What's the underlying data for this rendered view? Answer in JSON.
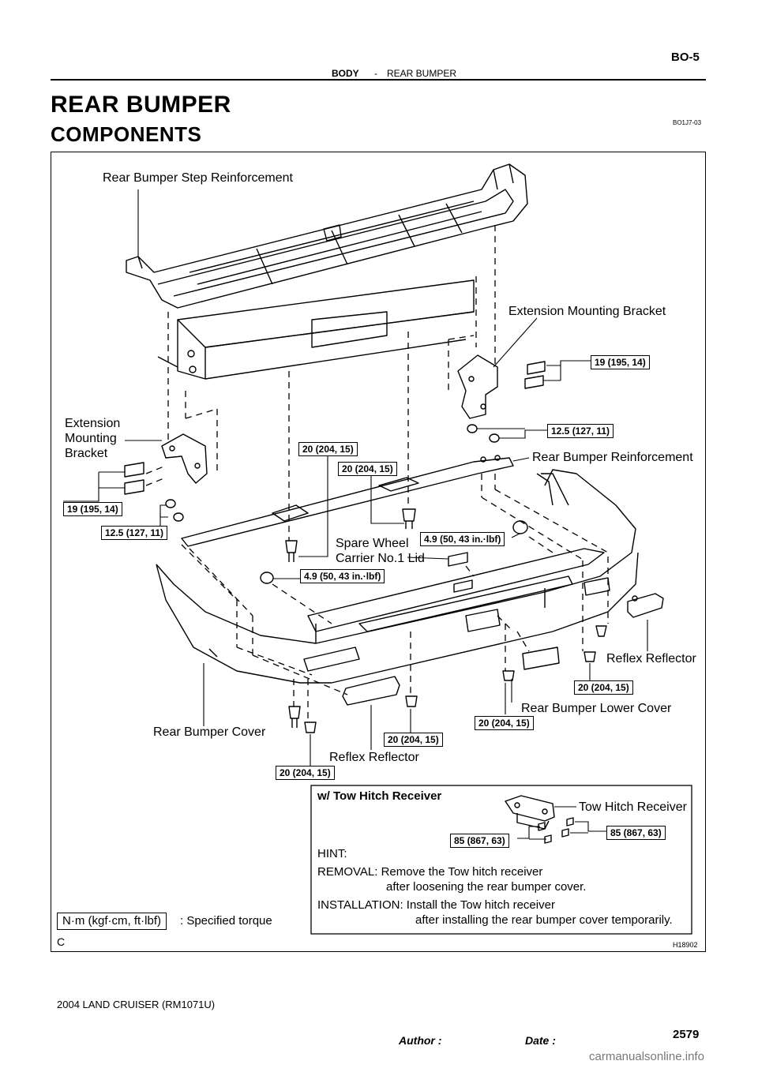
{
  "header": {
    "section": "BODY",
    "separator": "-",
    "subsection": "REAR BUMPER",
    "page_code": "BO-5"
  },
  "title": "REAR BUMPER",
  "subtitle": "COMPONENTS",
  "doc_id": "BO1J7-03",
  "parts": {
    "step_reinforcement": "Rear Bumper Step Reinforcement",
    "extension_bracket_right": "Extension Mounting Bracket",
    "extension_bracket_left_1": "Extension",
    "extension_bracket_left_2": "Mounting",
    "extension_bracket_left_3": "Bracket",
    "reinforcement": "Rear Bumper Reinforcement",
    "spare_wheel_lid_1": "Spare Wheel",
    "spare_wheel_lid_2": "Carrier No.1 Lid",
    "reflex_reflector_right": "Reflex Reflector",
    "lower_cover": "Rear Bumper Lower Cover",
    "bumper_cover": "Rear Bumper Cover",
    "reflex_reflector_left": "Reflex Reflector",
    "tow_hitch_receiver": "Tow Hitch Receiver"
  },
  "torques": {
    "t_19_right": "19 (195, 14)",
    "t_125_right": "12.5 (127, 11)",
    "t_20_a": "20 (204, 15)",
    "t_20_b": "20 (204, 15)",
    "t_19_left": "19 (195, 14)",
    "t_125_left": "12.5 (127, 11)",
    "t_49_a": "4.9 (50, 43 in.·lbf)",
    "t_49_b": "4.9 (50, 43 in.·lbf)",
    "t_20_c": "20 (204, 15)",
    "t_20_d": "20 (204, 15)",
    "t_20_e": "20 (204, 15)",
    "t_20_f": "20 (204, 15)",
    "t_85_a": "85 (867, 63)",
    "t_85_b": "85 (867, 63)"
  },
  "inset": {
    "title": "w/ Tow Hitch Receiver",
    "hint_label": "HINT:",
    "removal_1": "REMOVAL: Remove the Tow hitch receiver",
    "removal_2": "after loosening the rear bumper cover.",
    "install_1": "INSTALLATION: Install the Tow hitch receiver",
    "install_2": "after installing the rear bumper cover temporarily."
  },
  "legend": {
    "unit": "N·m (kgf·cm, ft·lbf)",
    "text": ": Specified torque"
  },
  "corner_code": "C",
  "figure_id": "H18902",
  "footer": {
    "model": "2004 LAND CRUISER   (RM1071U)",
    "author_label": "Author :",
    "date_label": "Date :",
    "page_number": "2579",
    "watermark": "carmanualsonline.info"
  }
}
